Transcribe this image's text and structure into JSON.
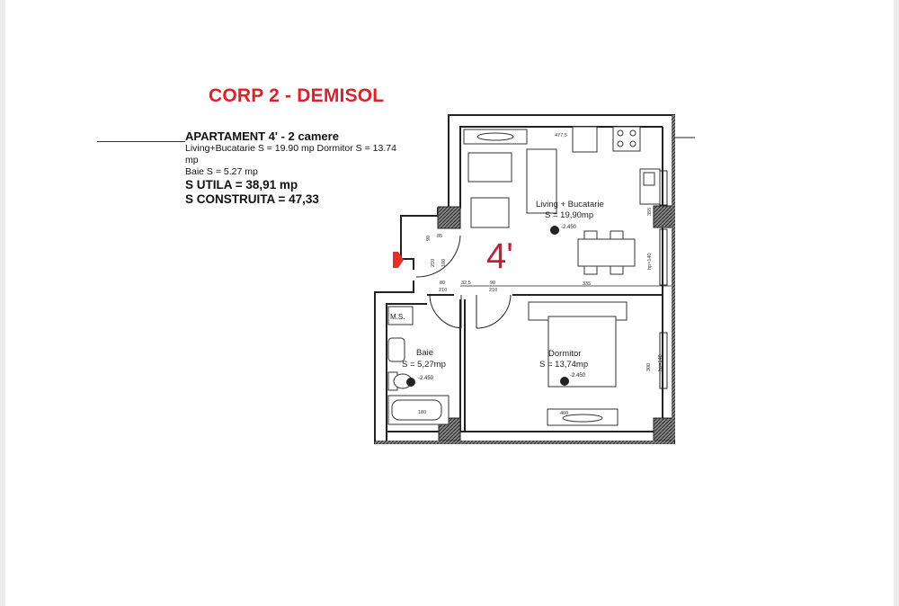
{
  "title": "CORP 2 - DEMISOL",
  "apartment": {
    "heading": "APARTAMENT 4' - 2 camere",
    "line1": "Living+Bucatarie S = 19.90 mp Dormitor S = 13.74 mp",
    "line2": "Baie  S = 5.27 mp",
    "s_utila": "S UTILA = 38,91 mp",
    "s_construita": "S CONSTRUITA = 47,33"
  },
  "plan": {
    "unit_label": "4'",
    "rooms": [
      {
        "name": "Living + Bucatarie",
        "area": "S = 19,90mp",
        "level": "-2.450"
      },
      {
        "name": "Dormitor",
        "area": "S = 13,74mp",
        "level": "-2.450"
      },
      {
        "name": "Baie",
        "area": "S = 5,27mp",
        "level": "-2.450"
      }
    ],
    "ms_label": "M.S.",
    "dimensions": [
      "477,5",
      "335",
      "355",
      "hp=140",
      "300",
      "hp=140",
      "460",
      "180",
      "85",
      "90",
      "210",
      "80",
      "210",
      "32,5",
      "90",
      "210",
      "100"
    ],
    "colors": {
      "title": "#d8232a",
      "unit_label": "#c0203a",
      "entrance_arrow": "#e0302a",
      "walls": "#222222"
    }
  }
}
